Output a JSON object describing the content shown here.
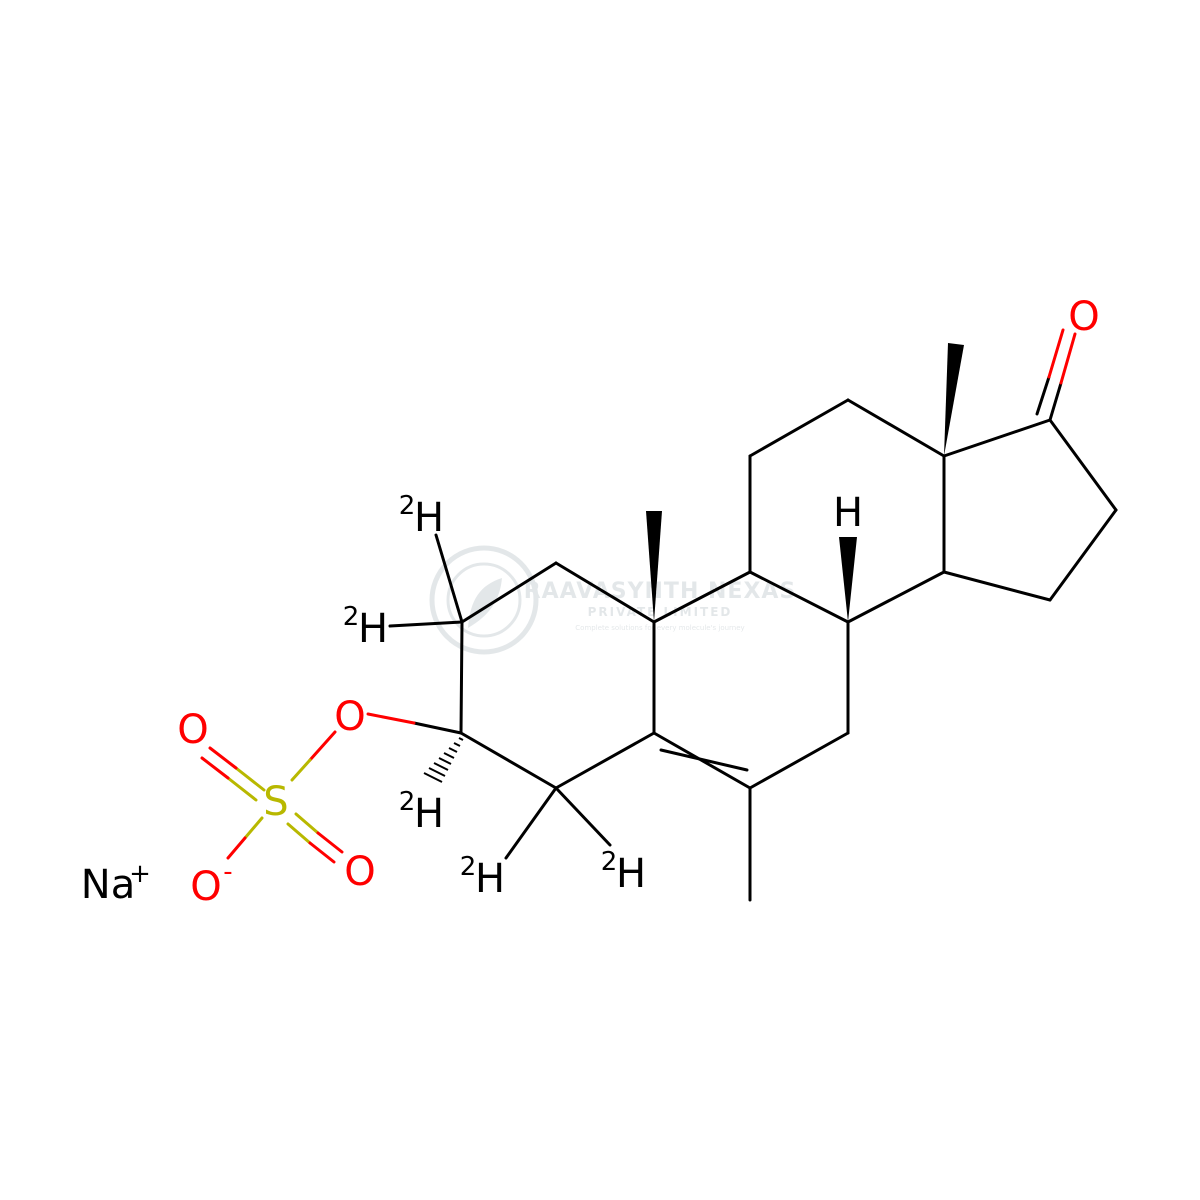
{
  "molecule": {
    "atoms": {
      "o_ketone": "O",
      "o_ester": "O",
      "o_sulfonyl_top": "O",
      "o_sulfonyl_right": "O",
      "o_anion": "O",
      "o_anion_charge": "-",
      "sulfur": "S",
      "h_c8": "H",
      "d1": {
        "isotope": "2",
        "symbol": "H"
      },
      "d2": {
        "isotope": "2",
        "symbol": "H"
      },
      "d3": {
        "isotope": "2",
        "symbol": "H"
      },
      "d4": {
        "isotope": "2",
        "symbol": "H"
      },
      "d5": {
        "isotope": "2",
        "symbol": "H"
      }
    },
    "counterion": {
      "symbol": "Na",
      "charge": "+"
    }
  },
  "watermark": {
    "name": "RAAVASYNTH NEXAS",
    "sub": "PRIVATE LIMITED",
    "tagline": "Complete solutions for every molecule's journey"
  },
  "colors": {
    "bond": "#000000",
    "oxygen": "#ff0000",
    "sulfur": "#b8b800",
    "watermark": "#6b7f8a"
  }
}
